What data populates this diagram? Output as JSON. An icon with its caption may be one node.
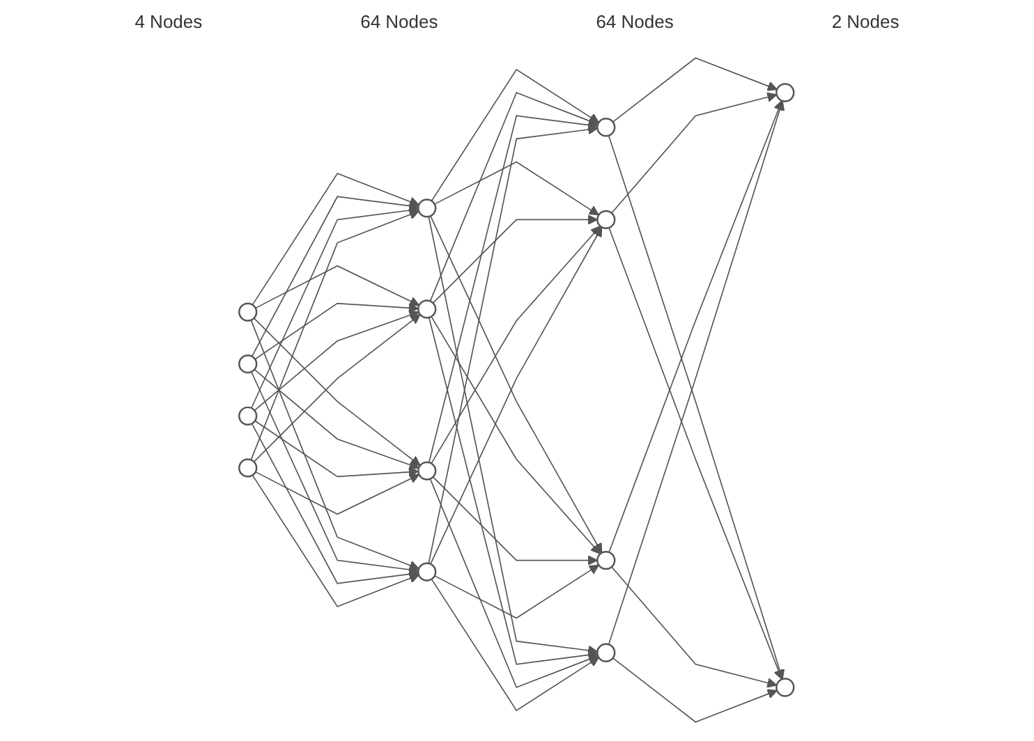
{
  "diagram": {
    "nodes": [
      {
        "text": [],
        "shape": "circle"
      },
      {
        "text": [],
        "shape": "circle"
      },
      {
        "text": [],
        "shape": "circle"
      },
      {
        "text": [],
        "shape": "circle"
      },
      {
        "text": [],
        "shape": "circle"
      },
      {
        "text": [],
        "shape": "circle"
      },
      {
        "text": [],
        "shape": "circle"
      },
      {
        "text": [],
        "shape": "circle"
      },
      {
        "text": [],
        "shape": "circle"
      },
      {
        "text": [],
        "shape": "circle"
      },
      {
        "text": [],
        "shape": "circle"
      },
      {
        "text": [],
        "shape": "circle"
      },
      {
        "text": [],
        "shape": "circle"
      },
      {
        "text": [],
        "shape": "circle"
      }
    ],
    "edges": [
      {
        "from": 0,
        "to": 4,
        "arrow": "to"
      },
      {
        "from": 0,
        "to": 5,
        "arrow": "to"
      },
      {
        "from": 0,
        "to": 6,
        "arrow": "to"
      },
      {
        "from": 0,
        "to": 7,
        "arrow": "to"
      },
      {
        "from": 1,
        "to": 4,
        "arrow": "to"
      },
      {
        "from": 1,
        "to": 5,
        "arrow": "to"
      },
      {
        "from": 1,
        "to": 6,
        "arrow": "to"
      },
      {
        "from": 1,
        "to": 7,
        "arrow": "to"
      },
      {
        "from": 2,
        "to": 4,
        "arrow": "to"
      },
      {
        "from": 2,
        "to": 5,
        "arrow": "to"
      },
      {
        "from": 2,
        "to": 6,
        "arrow": "to"
      },
      {
        "from": 2,
        "to": 7,
        "arrow": "to"
      },
      {
        "from": 3,
        "to": 4,
        "arrow": "to"
      },
      {
        "from": 3,
        "to": 5,
        "arrow": "to"
      },
      {
        "from": 3,
        "to": 6,
        "arrow": "to"
      },
      {
        "from": 3,
        "to": 7,
        "arrow": "to"
      },
      {
        "from": 4,
        "to": 8,
        "arrow": "to"
      },
      {
        "from": 4,
        "to": 9,
        "arrow": "to"
      },
      {
        "from": 4,
        "to": 10,
        "arrow": "to"
      },
      {
        "from": 4,
        "to": 11,
        "arrow": "to"
      },
      {
        "from": 5,
        "to": 8,
        "arrow": "to"
      },
      {
        "from": 5,
        "to": 9,
        "arrow": "to"
      },
      {
        "from": 5,
        "to": 10,
        "arrow": "to"
      },
      {
        "from": 5,
        "to": 11,
        "arrow": "to"
      },
      {
        "from": 6,
        "to": 8,
        "arrow": "to"
      },
      {
        "from": 6,
        "to": 9,
        "arrow": "to"
      },
      {
        "from": 6,
        "to": 10,
        "arrow": "to"
      },
      {
        "from": 6,
        "to": 11,
        "arrow": "to"
      },
      {
        "from": 7,
        "to": 8,
        "arrow": "to"
      },
      {
        "from": 7,
        "to": 9,
        "arrow": "to"
      },
      {
        "from": 7,
        "to": 10,
        "arrow": "to"
      },
      {
        "from": 7,
        "to": 11,
        "arrow": "to"
      },
      {
        "from": 8,
        "to": 12,
        "arrow": "to"
      },
      {
        "from": 8,
        "to": 13,
        "arrow": "to"
      },
      {
        "from": 9,
        "to": 12,
        "arrow": "to"
      },
      {
        "from": 9,
        "to": 13,
        "arrow": "to"
      },
      {
        "from": 10,
        "to": 12,
        "arrow": "to"
      },
      {
        "from": 10,
        "to": 13,
        "arrow": "to"
      },
      {
        "from": 11,
        "to": 12,
        "arrow": "to"
      },
      {
        "from": 11,
        "to": 13,
        "arrow": "to"
      }
    ],
    "labels": [
      "4 Nodes",
      "64 Nodes",
      "64 Nodes",
      "2 Nodes"
    ]
  }
}
